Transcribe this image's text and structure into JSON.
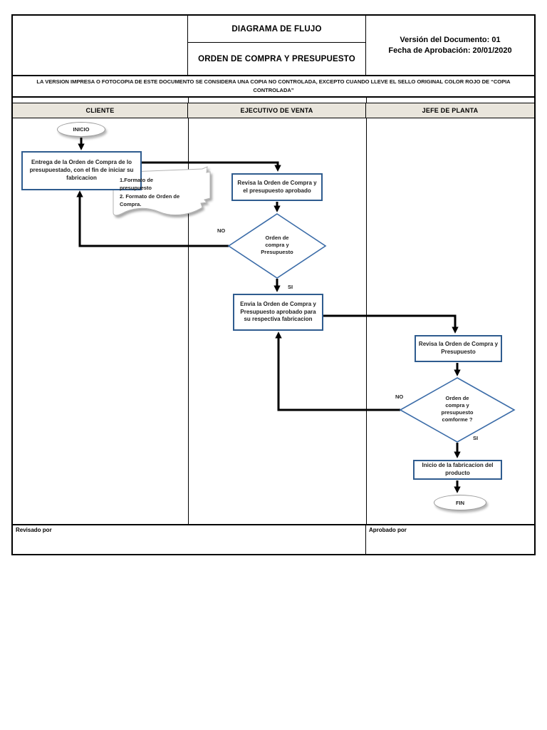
{
  "document": {
    "title": "DIAGRAMA DE FLUJO",
    "subtitle": "ORDEN DE COMPRA Y PRESUPUESTO",
    "version_line": "Versión del Documento: 01",
    "date_line": "Fecha de Aprobación: 20/01/2020",
    "notice": "LA VERSION IMPRESA O FOTOCOPIA DE ESTE DOCUMENTO SE CONSIDERA UNA COPIA NO CONTROLADA, EXCEPTO CUANDO LLEVE EL SELLO ORIGINAL COLOR ROJO DE “COPIA CONTROLADA”",
    "columns": [
      "CLIENTE",
      "EJECUTIVO DE VENTA",
      "JEFE DE PLANTA"
    ],
    "footer": {
      "left": "Revisado por",
      "right": "Aprobado por"
    }
  },
  "flowchart": {
    "start_label": "INICIO",
    "end_label": "FIN",
    "steps": {
      "entrega": "Entrega de la Orden de Compra de lo presupuestado, con el fin de iniciar su fabricacion",
      "revisa1": "Revisa la Orden de Compra y el presupuesto aprobado",
      "decision1": "Orden de compra y Presupuesto",
      "envia": "Envia la Orden de Compra y Presupuesto aprobado para su respectiva fabricacion",
      "revisa2": "Revisa la Orden de Compra y Presupuesto",
      "decision2": "Orden de compra y presupuesto comforme ?",
      "inicio_fabricacion": "Inicio de la fabricacion del producto"
    },
    "note_lines": [
      "1.Formato de",
      "presupuesto",
      "2. Formato de Orden de",
      "Compra."
    ],
    "branch_labels": {
      "no1": "NO",
      "si1": "SI",
      "no2": "NO",
      "si2": "SI"
    }
  },
  "colors": {
    "box_border": "#2f5c8f",
    "diamond_border": "#3b6ca8",
    "header_fill": "#e9e5dc",
    "line": "#000000"
  }
}
